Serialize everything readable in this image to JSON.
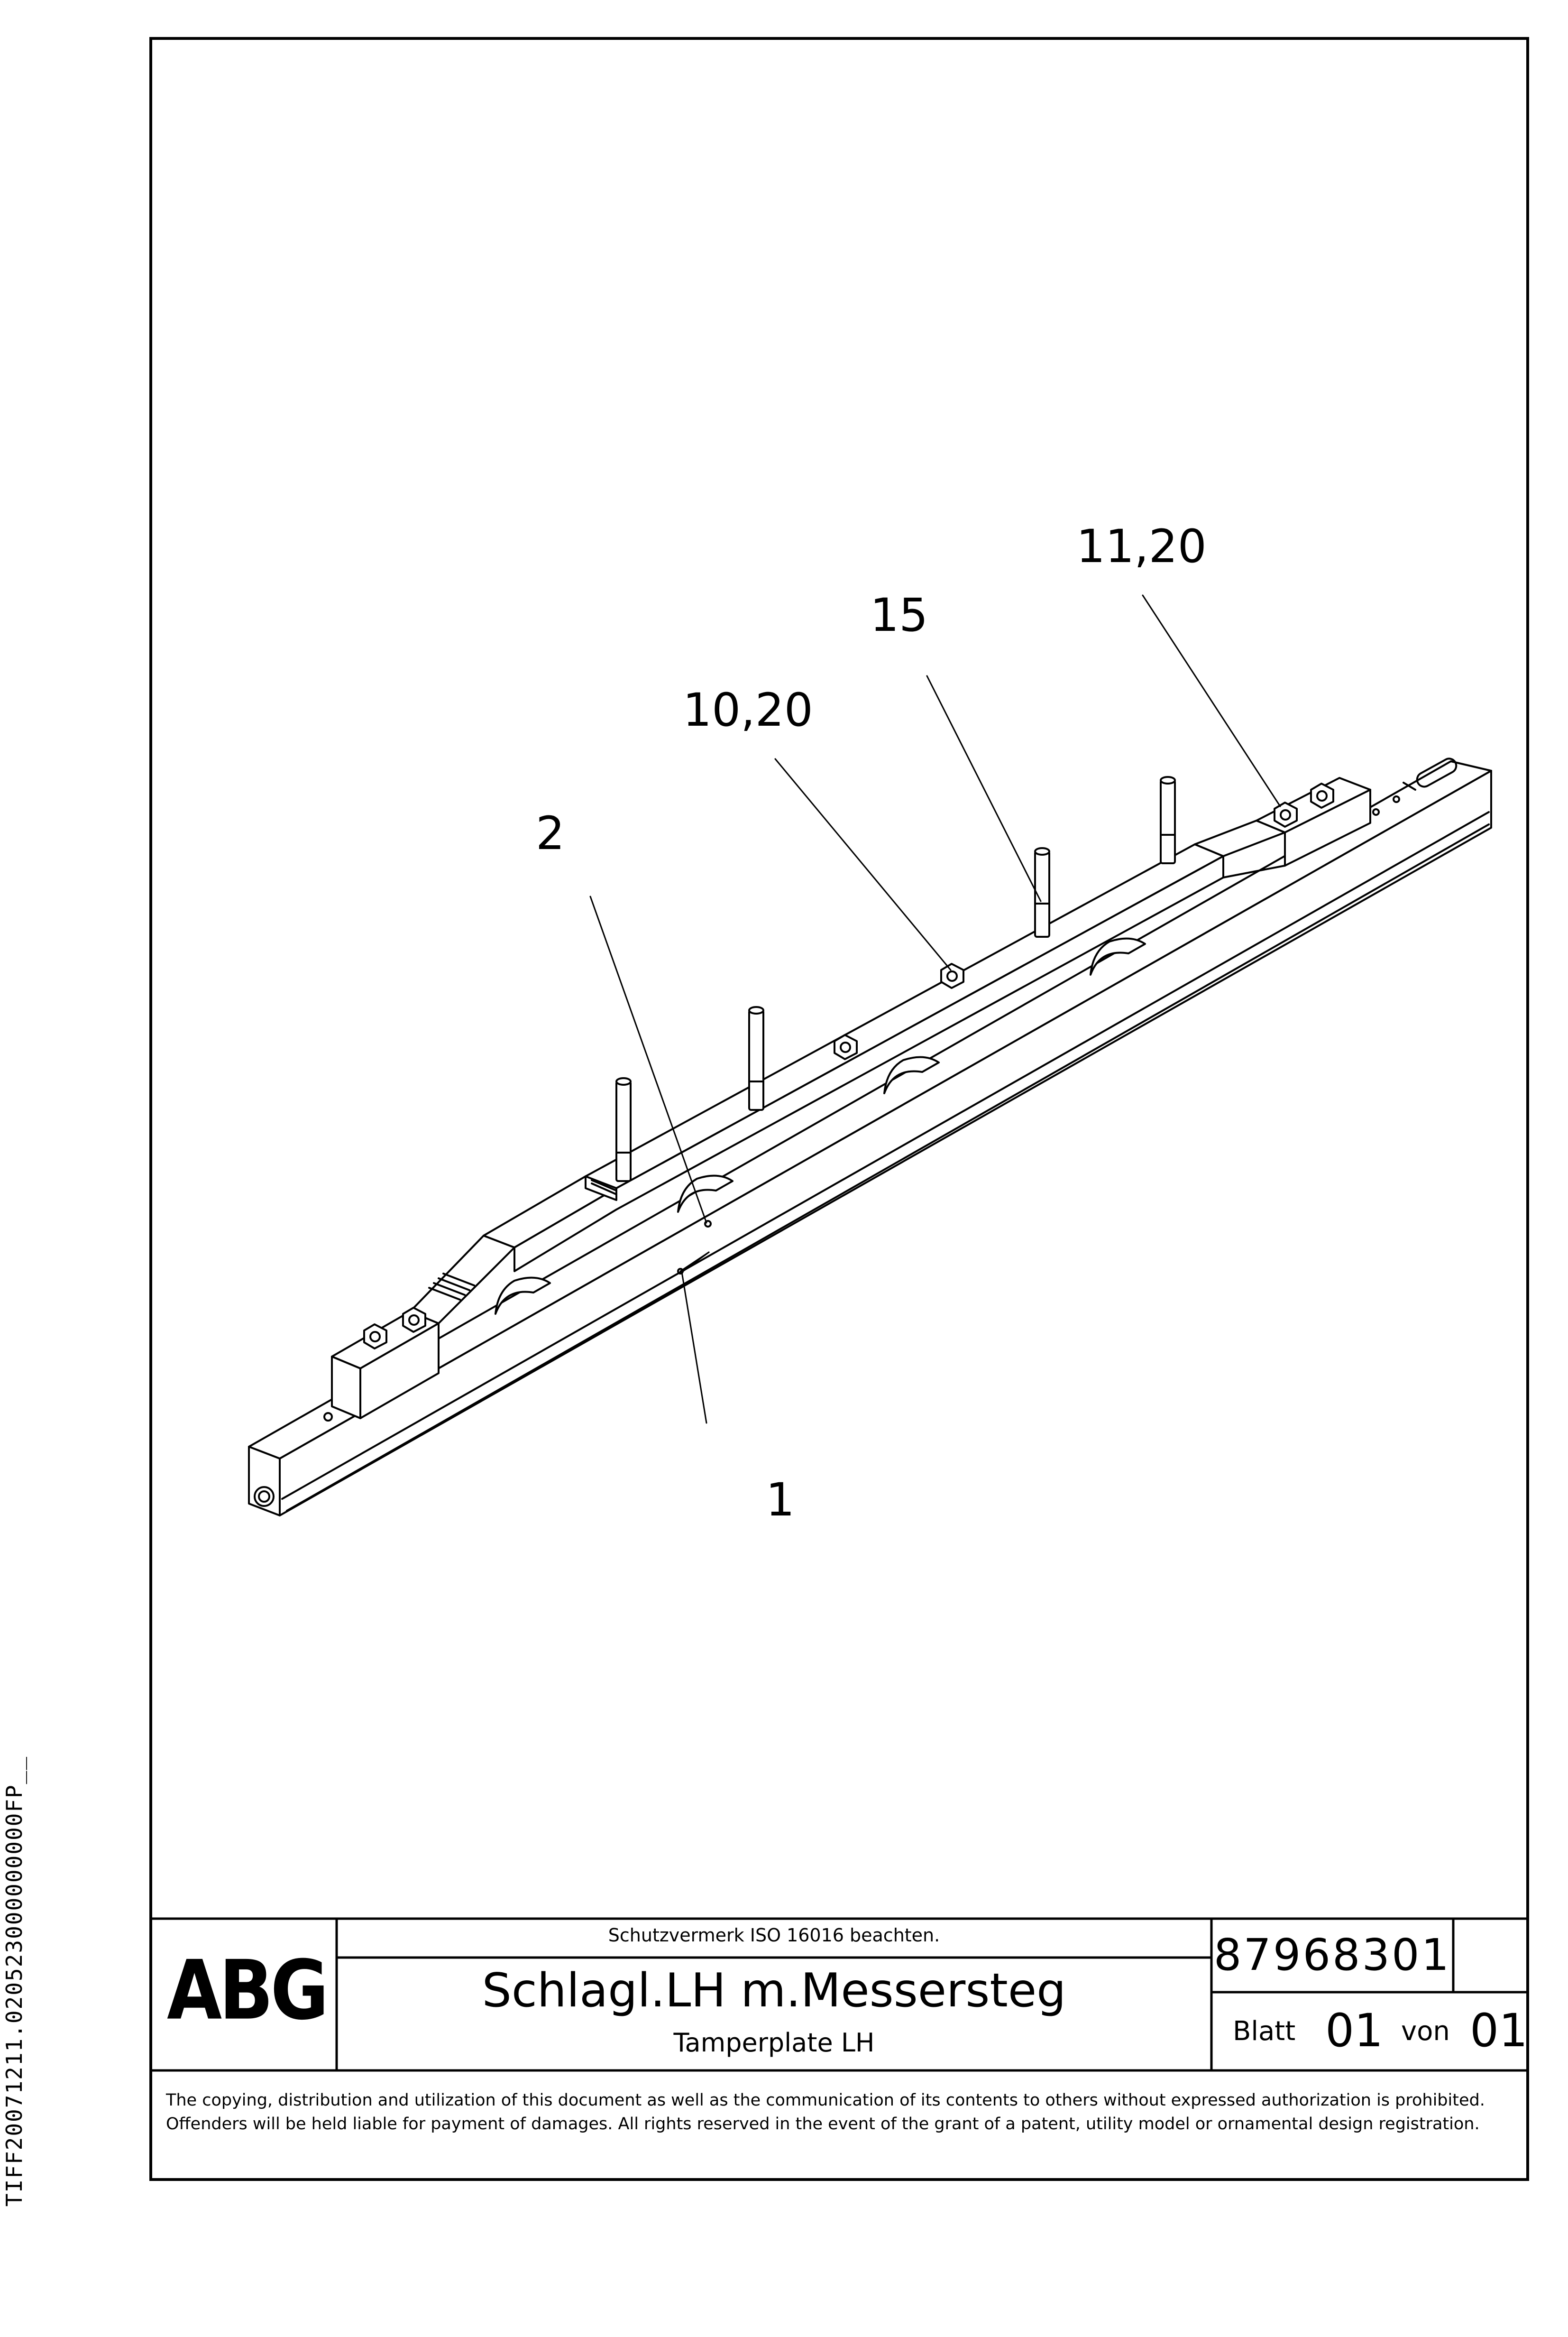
{
  "side_code": "TIFF20071211.020523000000000FP__",
  "callouts": {
    "c1": "1",
    "c2": "2",
    "c10": "10,20",
    "c15": "15",
    "c11": "11,20"
  },
  "title_block": {
    "logo": "ABG",
    "protection_notice": "Schutzvermerk ISO 16016 beachten.",
    "title_de": "Schlagl.LH m.Messersteg",
    "title_en": "Tamperplate LH",
    "part_number": "87968301",
    "sheet_label": "Blatt",
    "sheet_number": "01",
    "of_label": "von",
    "sheet_total": "01"
  },
  "copyright": "The copying, distribution and utilization of this document as well as the communication of its contents to others without expressed authorization is prohibited. Offenders will be held liable for payment of damages. All rights reserved in the event of the grant of a patent, utility model or ornamental design registration."
}
